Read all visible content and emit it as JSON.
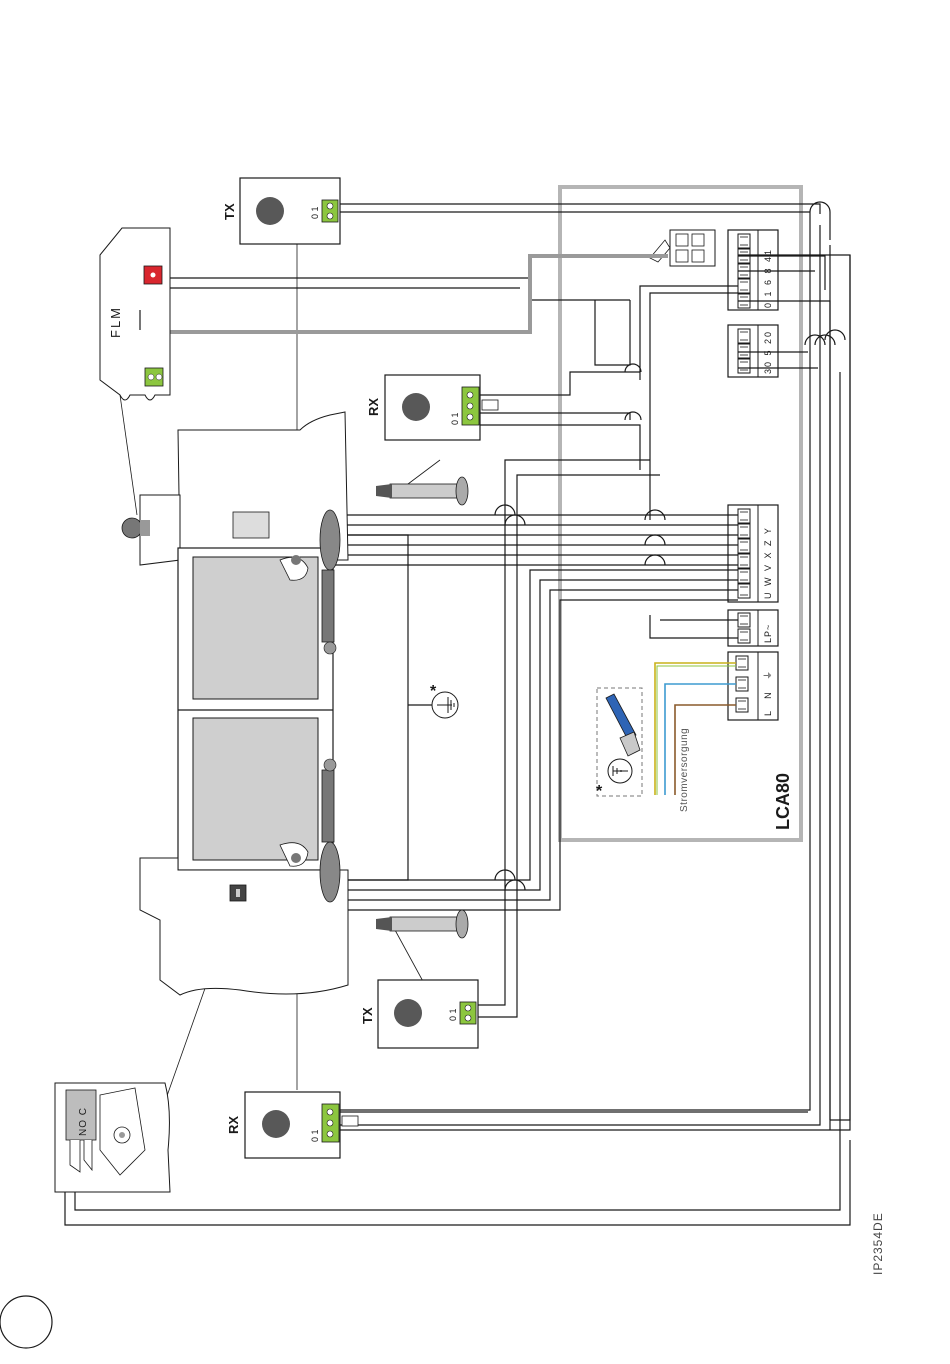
{
  "labels": {
    "tx_top": "TX",
    "tx_bottom": "TX",
    "rx_top": "RX",
    "rx_bottom": "RX",
    "flm": "FLM",
    "controller": "LCA80",
    "power_supply": "Stromversorgung",
    "figure_code": "IP2354DE",
    "asterisk": "*",
    "terminal_01": "0 1",
    "limit_switch_contacts": "NO C"
  },
  "terminal_blocks": {
    "top": "0 1 6 8 41",
    "accessory": "30 5 20",
    "motor": "U W V X Z Y",
    "lamp": "LP~",
    "power": "L N ⏚"
  },
  "colors": {
    "wire": "#1a1a1a",
    "controller_border": "#b5b5b5",
    "terminal_green": "#8cc63f",
    "flm_red": "#d9262e",
    "gate_panel": "#cfcfcf",
    "earth_wire": "#c9b21a",
    "neutral_wire": "#3d9bd1",
    "live_wire": "#8a5a2b",
    "gray_cable": "#9a9a9a"
  },
  "icons": [
    "photocell-transmitter-icon",
    "photocell-receiver-icon",
    "flashing-lamp-icon",
    "key-selector-icon",
    "earth-symbol-icon",
    "cable-connector-icon"
  ]
}
